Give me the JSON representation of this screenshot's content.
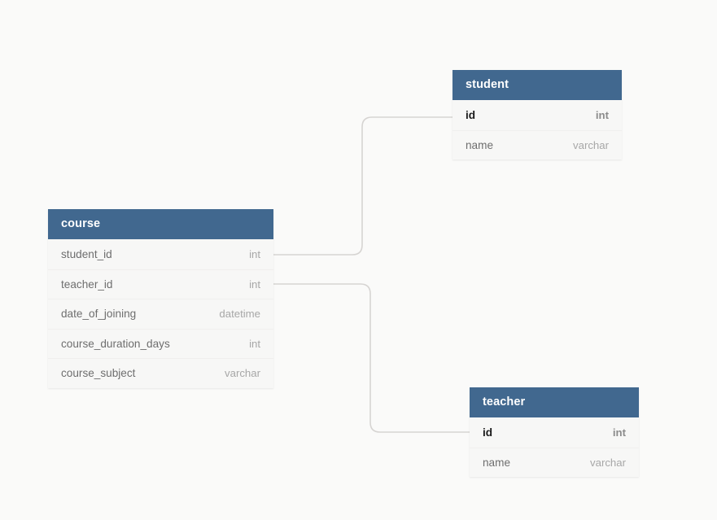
{
  "diagram": {
    "type": "entity-relationship-diagram",
    "background_color": "#fafaf9",
    "header_color": "#41688f",
    "row_color": "#f7f7f6",
    "connector_color": "#d6d4d2",
    "entities": [
      {
        "id": "course",
        "title": "course",
        "fields": [
          {
            "name": "student_id",
            "type": "int",
            "key": false
          },
          {
            "name": "teacher_id",
            "type": "int",
            "key": false
          },
          {
            "name": "date_of_joining",
            "type": "datetime",
            "key": false
          },
          {
            "name": "course_duration_days",
            "type": "int",
            "key": false
          },
          {
            "name": "course_subject",
            "type": "varchar",
            "key": false
          }
        ]
      },
      {
        "id": "student",
        "title": "student",
        "fields": [
          {
            "name": "id",
            "type": "int",
            "key": true
          },
          {
            "name": "name",
            "type": "varchar",
            "key": false
          }
        ]
      },
      {
        "id": "teacher",
        "title": "teacher",
        "fields": [
          {
            "name": "id",
            "type": "int",
            "key": true
          },
          {
            "name": "name",
            "type": "varchar",
            "key": false
          }
        ]
      }
    ],
    "relationships": [
      {
        "id": "course-student",
        "from": "course.student_id",
        "to": "student.id"
      },
      {
        "id": "course-teacher",
        "from": "course.teacher_id",
        "to": "teacher.id"
      }
    ]
  }
}
